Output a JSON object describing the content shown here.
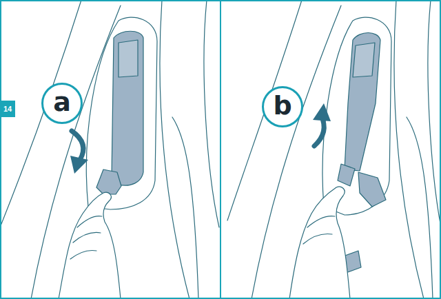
{
  "diagram": {
    "nodes": [
      {
        "text": [
          "14"
        ]
      },
      {
        "text": [
          "a"
        ]
      },
      {
        "text": [
          "b"
        ]
      }
    ]
  }
}
